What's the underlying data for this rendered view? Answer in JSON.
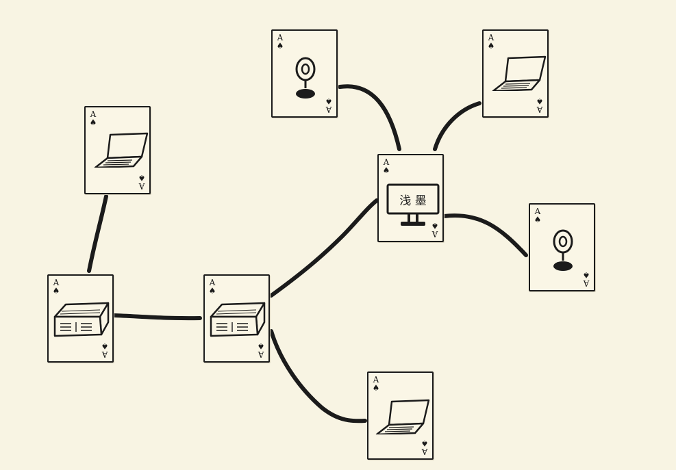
{
  "cards": [
    {
      "id": "laptop-left",
      "rank": "A",
      "suit": "♠",
      "device": "laptop-icon"
    },
    {
      "id": "switch-left",
      "rank": "A",
      "suit": "♠",
      "device": "switch-icon"
    },
    {
      "id": "switch-center",
      "rank": "A",
      "suit": "♠",
      "device": "switch-icon"
    },
    {
      "id": "webcam-top",
      "rank": "A",
      "suit": "♠",
      "device": "webcam-icon"
    },
    {
      "id": "laptop-top-right",
      "rank": "A",
      "suit": "♠",
      "device": "laptop-icon"
    },
    {
      "id": "monitor-center",
      "rank": "A",
      "suit": "♠",
      "device": "monitor-icon",
      "screen_text": "浅 墨"
    },
    {
      "id": "webcam-right",
      "rank": "A",
      "suit": "♠",
      "device": "webcam-icon"
    },
    {
      "id": "laptop-bottom",
      "rank": "A",
      "suit": "♠",
      "device": "laptop-icon"
    }
  ],
  "colors": {
    "background": "#f8f4e3",
    "ink": "#1b1b1b"
  }
}
